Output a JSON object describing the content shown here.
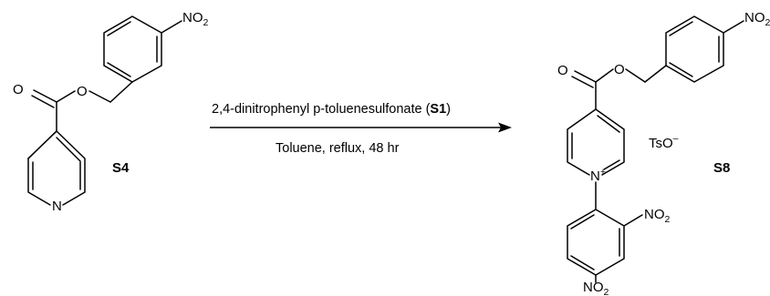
{
  "scheme": {
    "reactant": {
      "id": "S4",
      "atoms": {
        "ester_carbonyl_o": "O",
        "ester_o": "O",
        "ring_n": "N",
        "nitro_main": "NO",
        "nitro_sub": "2"
      }
    },
    "arrow": {
      "reagent_prefix": "2,4-dinitrophenyl p-toluenesulfonate (",
      "reagent_id": "S1",
      "reagent_suffix": ")",
      "conditions": "Toluene, reflux, 48 hr"
    },
    "product": {
      "id": "S8",
      "atoms": {
        "ester_carbonyl_o": "O",
        "ester_o": "O",
        "ring_n": "N",
        "ring_n_charge": "+",
        "nitro_top_main": "NO",
        "nitro_top_sub": "2",
        "nitro_ortho_main": "NO",
        "nitro_ortho_sub": "2",
        "nitro_para_main": "NO",
        "nitro_para_sub": "2"
      },
      "counterion": {
        "main": "TsO",
        "charge": "–"
      }
    }
  }
}
